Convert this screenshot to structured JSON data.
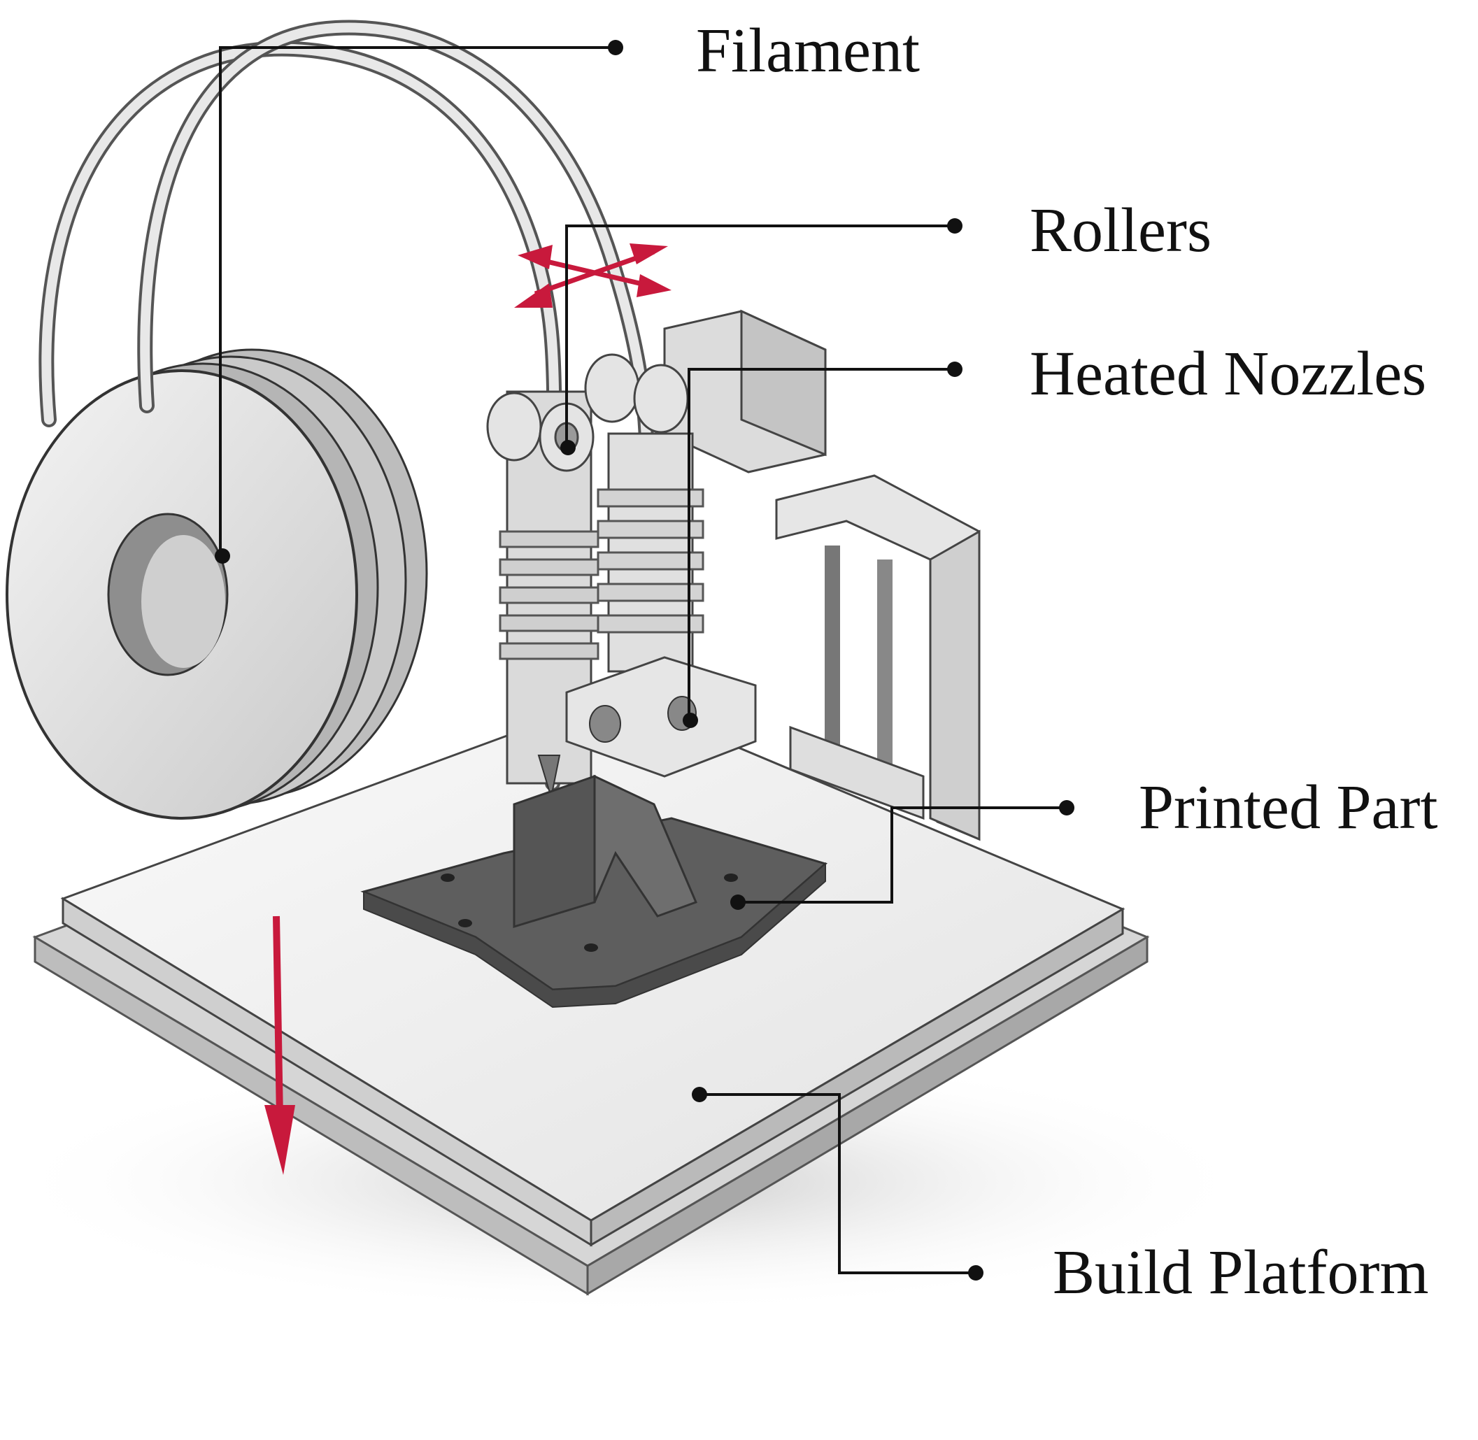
{
  "labels": {
    "filament": "Filament",
    "rollers": "Rollers",
    "heated_nozzles": "Heated Nozzles",
    "printed_part": "Printed Part",
    "build_platform": "Build Platform"
  },
  "colors": {
    "arrow": "#c8193c",
    "leader": "#111111",
    "printed_part": "#5a5a5a"
  }
}
